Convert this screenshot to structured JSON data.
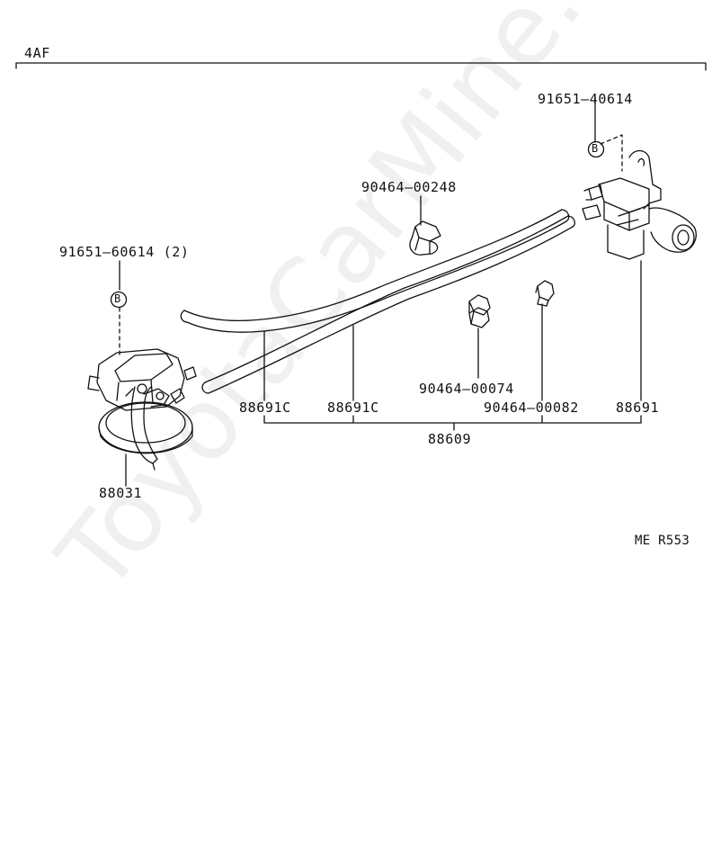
{
  "header": {
    "engine_code": "4AF"
  },
  "parts": {
    "bolt_right": "91651–40614",
    "bolt_left": "91651–60614 (2)",
    "clamp_top": "90464–00248",
    "clamp_mid": "90464–00074",
    "clamp_right": "90464–00082",
    "hose_c_1": "88691C",
    "hose_c_2": "88691C",
    "hose_main": "88691",
    "hose_assy": "88609",
    "actuator": "88031"
  },
  "markers": {
    "b_right": "B",
    "b_left": "B"
  },
  "diagram_ref": "ME R553",
  "watermark": "ToyotaCarMine.ru"
}
